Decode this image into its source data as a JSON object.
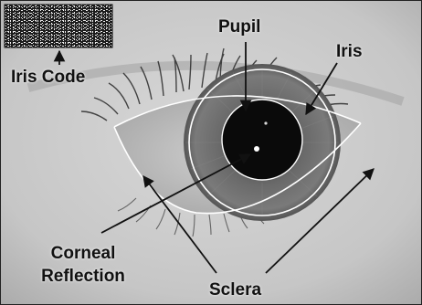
{
  "labels": {
    "pupil": "Pupil",
    "iris": "Iris",
    "iris_code": "Iris Code",
    "corneal_line1": "Corneal",
    "corneal_line2": "Reflection",
    "sclera": "Sclera"
  },
  "colors": {
    "background_skin": "#cfcfcf",
    "sclera": "#c4c4c4",
    "iris": "#6e6e6e",
    "pupil": "#0a0a0a",
    "boundary_line": "#ffffff",
    "arrow": "#111111",
    "label_text": "#111111"
  },
  "icons": {
    "iris_code": "barcode-block",
    "reflection": "white-highlight-dot"
  }
}
